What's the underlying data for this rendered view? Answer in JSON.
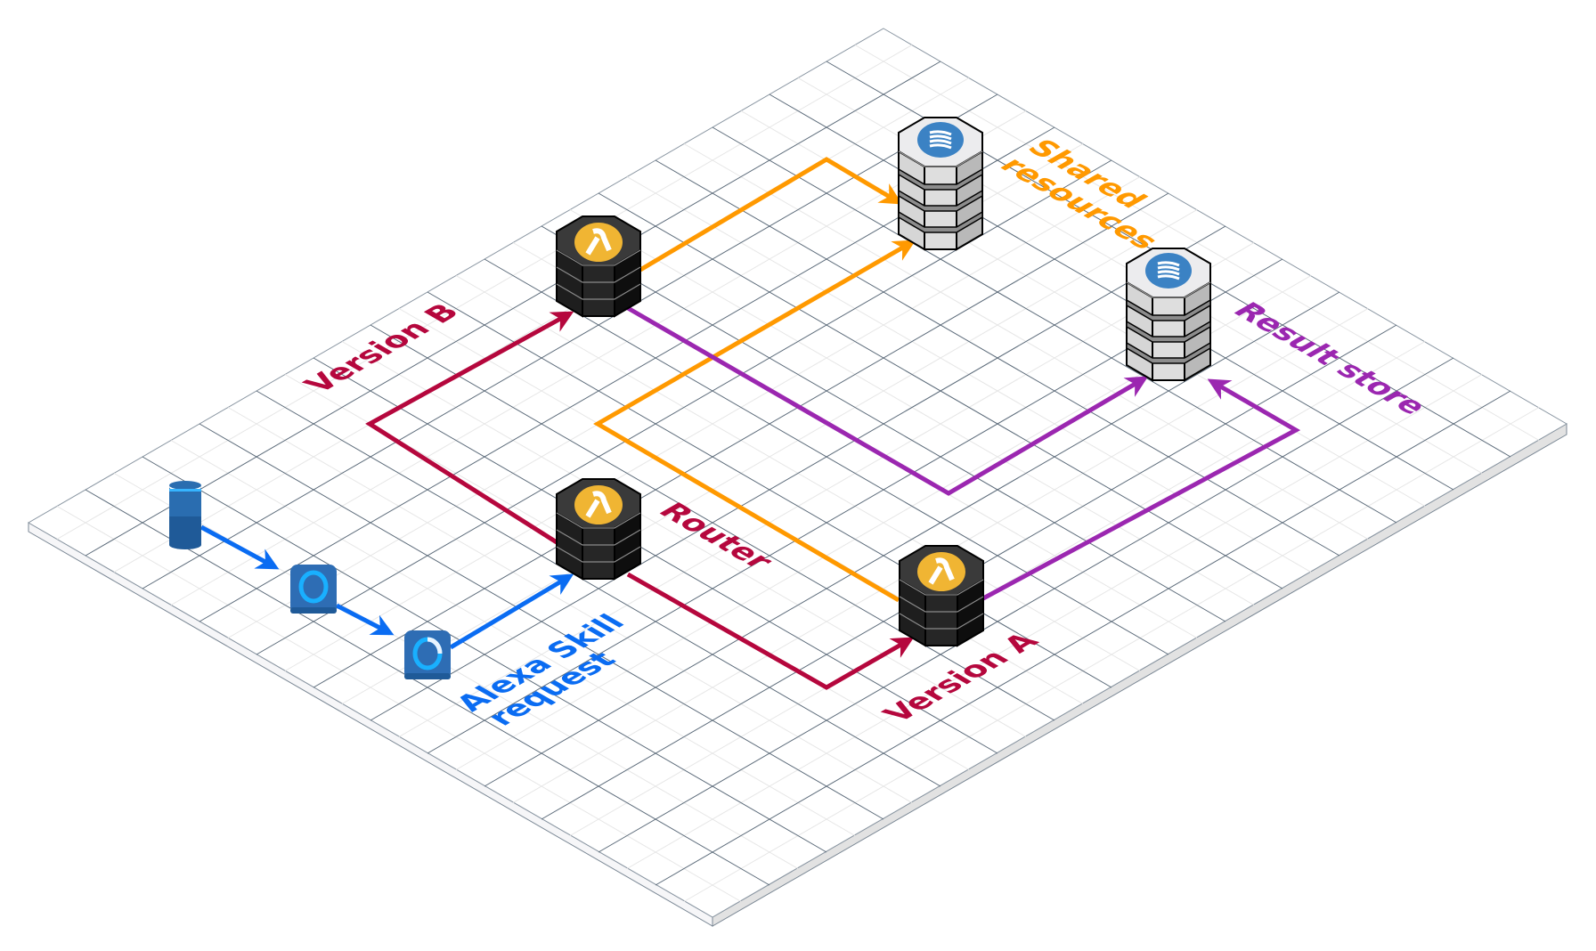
{
  "diagram": {
    "type": "isometric-architecture",
    "colors": {
      "request": "#0a6cf2",
      "router_flow": "#b5073d",
      "shared": "#ff9900",
      "result": "#9b27b0",
      "lambda_badge": "#f0b533",
      "db_badge": "#3b82c4",
      "alexa_tile": "#2e6db4",
      "grid_major": "#5c6b7a",
      "grid_minor": "#e6e6e6"
    },
    "labels": {
      "shared_resources_line1": "Shared",
      "shared_resources_line2": "resources",
      "result_store": "Result store",
      "version_b": "Version B",
      "router": "Router",
      "version_a": "Version A",
      "alexa_line1": "Alexa Skill",
      "alexa_line2": "request"
    },
    "nodes": [
      {
        "id": "echo-device",
        "kind": "Amazon Echo",
        "icon": "echo-icon"
      },
      {
        "id": "alexa-voice-service",
        "kind": "Alexa",
        "icon": "alexa-icon"
      },
      {
        "id": "alexa-skills-kit",
        "kind": "Alexa Skills Kit",
        "icon": "alexa-skills-kit-icon"
      },
      {
        "id": "router-lambda",
        "kind": "AWS Lambda",
        "icon": "lambda-icon",
        "label": "Router"
      },
      {
        "id": "version-a-lambda",
        "kind": "AWS Lambda",
        "icon": "lambda-icon",
        "label": "Version A"
      },
      {
        "id": "version-b-lambda",
        "kind": "AWS Lambda",
        "icon": "lambda-icon",
        "label": "Version B"
      },
      {
        "id": "shared-resources-db",
        "kind": "Database",
        "icon": "database-icon",
        "label": "Shared resources"
      },
      {
        "id": "result-store-db",
        "kind": "Database",
        "icon": "database-icon",
        "label": "Result store"
      }
    ],
    "edges": [
      {
        "from": "echo-device",
        "to": "alexa-voice-service",
        "color": "request"
      },
      {
        "from": "alexa-voice-service",
        "to": "alexa-skills-kit",
        "color": "request"
      },
      {
        "from": "alexa-skills-kit",
        "to": "router-lambda",
        "color": "request"
      },
      {
        "from": "router-lambda",
        "to": "version-a-lambda",
        "color": "router_flow"
      },
      {
        "from": "router-lambda",
        "to": "version-b-lambda",
        "color": "router_flow"
      },
      {
        "from": "version-b-lambda",
        "to": "shared-resources-db",
        "color": "shared"
      },
      {
        "from": "version-a-lambda",
        "to": "shared-resources-db",
        "color": "shared"
      },
      {
        "from": "version-b-lambda",
        "to": "result-store-db",
        "color": "result"
      },
      {
        "from": "version-a-lambda",
        "to": "result-store-db",
        "color": "result"
      }
    ]
  }
}
